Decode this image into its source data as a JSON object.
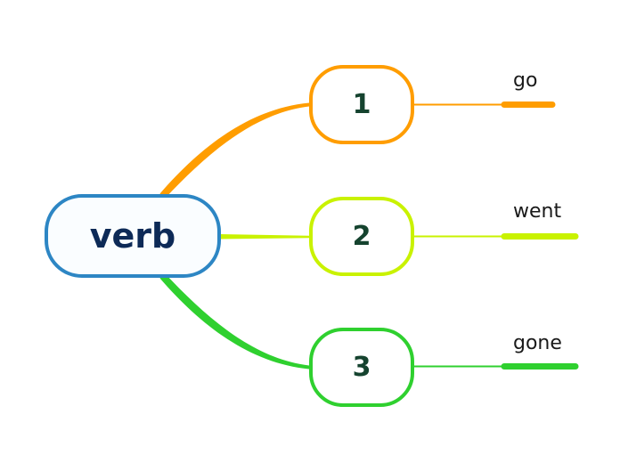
{
  "canvas": {
    "background": "#ffffff"
  },
  "mindmap": {
    "root": {
      "label": "verb",
      "border_color": "#2d86c4",
      "fill_color": "#fafdff",
      "text_color": "#0d2a57"
    },
    "branches": [
      {
        "label": "1",
        "word": "go",
        "color": "#ff9d00"
      },
      {
        "label": "2",
        "word": "went",
        "color": "#c9f200"
      },
      {
        "label": "3",
        "word": "gone",
        "color": "#2fd02f"
      }
    ],
    "child_number_text_color": "#15432f",
    "word_text_color": "#1a1a1a"
  }
}
